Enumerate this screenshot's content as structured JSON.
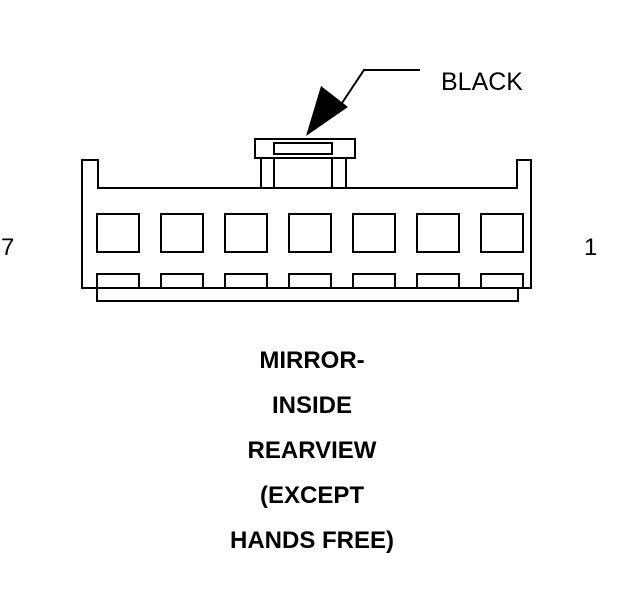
{
  "connector": {
    "color_label": "BLACK",
    "pin_left": "7",
    "pin_right": "1",
    "pin_count": 7,
    "title_lines": [
      "MIRROR-",
      "INSIDE",
      "REARVIEW",
      "(EXCEPT",
      "HANDS FREE)"
    ]
  }
}
